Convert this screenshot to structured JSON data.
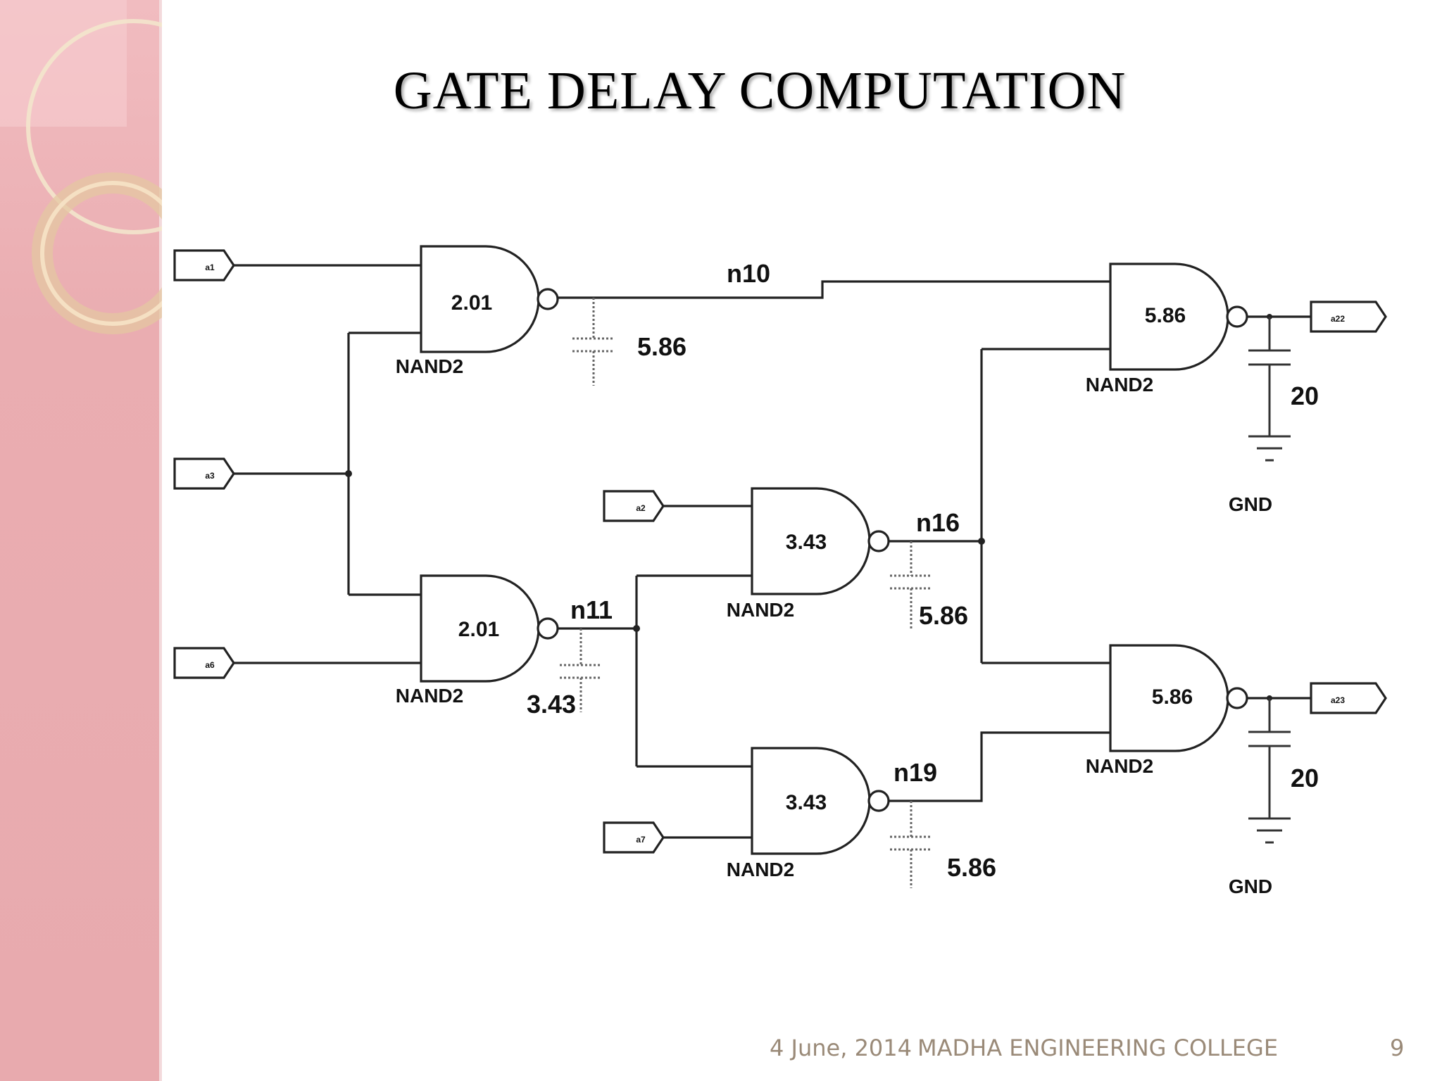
{
  "slide": {
    "title": "GATE DELAY COMPUTATION",
    "footer": {
      "date": "4 June, 2014",
      "college": "MADHA ENGINEERING COLLEGE",
      "page_number": "9"
    }
  },
  "diagram": {
    "inputs": [
      {
        "id": "in1",
        "label": "a1"
      },
      {
        "id": "in3",
        "label": "a3"
      },
      {
        "id": "in6",
        "label": "a6"
      },
      {
        "id": "in2",
        "label": "a2"
      },
      {
        "id": "in7",
        "label": "a7"
      }
    ],
    "outputs": [
      {
        "id": "out22",
        "label": "a22"
      },
      {
        "id": "out23",
        "label": "a23"
      }
    ],
    "gates": [
      {
        "id": "g10",
        "type": "NAND2",
        "delay": "2.01"
      },
      {
        "id": "g11",
        "type": "NAND2",
        "delay": "2.01"
      },
      {
        "id": "g16",
        "type": "NAND2",
        "delay": "3.43"
      },
      {
        "id": "g19",
        "type": "NAND2",
        "delay": "3.43"
      },
      {
        "id": "g22",
        "type": "NAND2",
        "delay": "5.86"
      },
      {
        "id": "g23",
        "type": "NAND2",
        "delay": "5.86"
      }
    ],
    "nets": [
      {
        "id": "n10",
        "label": "n10",
        "cap": "5.86"
      },
      {
        "id": "n11",
        "label": "n11",
        "cap": "3.43"
      },
      {
        "id": "n16",
        "label": "n16",
        "cap": "5.86"
      },
      {
        "id": "n19",
        "label": "n19",
        "cap": "5.86"
      }
    ],
    "loads": [
      {
        "id": "load22",
        "cap": "20",
        "ground": "GND"
      },
      {
        "id": "load23",
        "cap": "20",
        "ground": "GND"
      }
    ]
  }
}
